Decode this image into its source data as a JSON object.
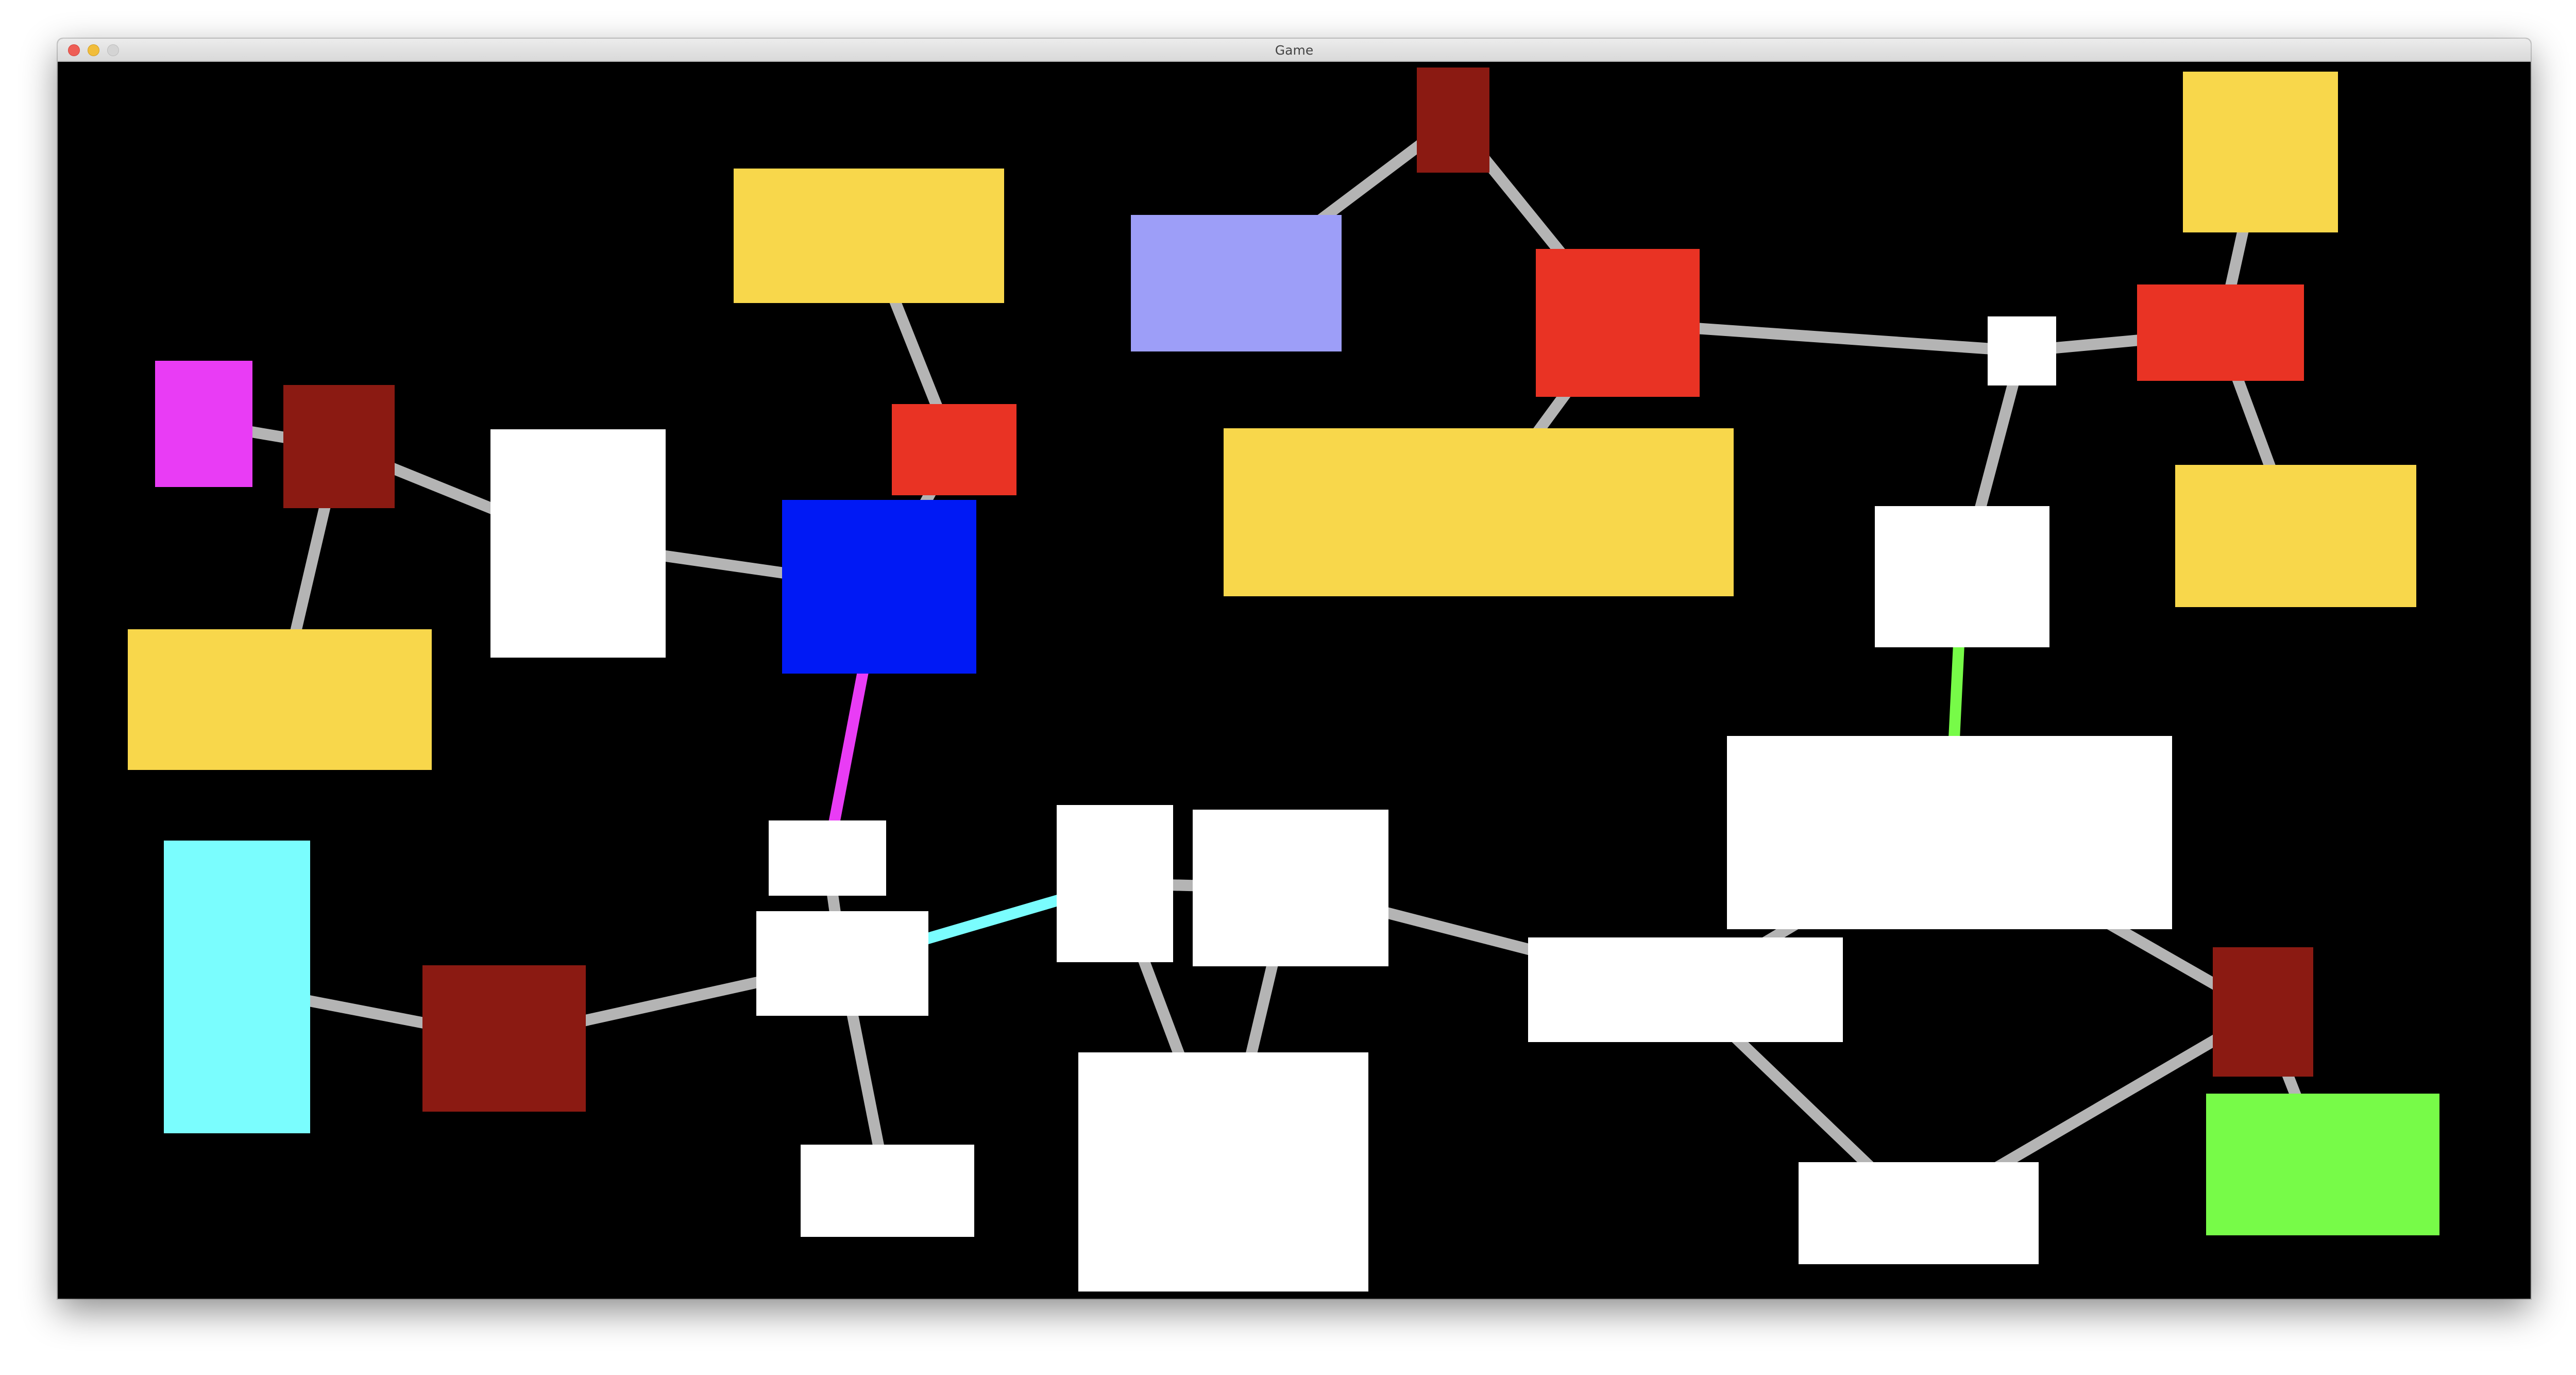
{
  "window": {
    "title": "Game"
  },
  "colors": {
    "background": "#000000",
    "edge_default": "#b4b4b4",
    "yellow": "#f8d74b",
    "red": "#e93324",
    "dark_red": "#8b1a12",
    "magenta": "#e93cf5",
    "blue": "#0019f5",
    "lavender": "#9d9ef8",
    "cyan": "#7afdfe",
    "green": "#77fb48",
    "white": "#ffffff"
  },
  "nodes": [
    {
      "id": "n1",
      "color": "yellow"
    },
    {
      "id": "n2",
      "color": "red"
    },
    {
      "id": "n3",
      "color": "magenta"
    },
    {
      "id": "n4",
      "color": "dark_red"
    },
    {
      "id": "n5",
      "color": "white"
    },
    {
      "id": "n6",
      "color": "blue"
    },
    {
      "id": "n7",
      "color": "yellow"
    },
    {
      "id": "n8",
      "color": "lavender"
    },
    {
      "id": "n9",
      "color": "dark_red"
    },
    {
      "id": "n10",
      "color": "red"
    },
    {
      "id": "n11",
      "color": "yellow"
    },
    {
      "id": "n12",
      "color": "white"
    },
    {
      "id": "n13",
      "color": "yellow"
    },
    {
      "id": "n14",
      "color": "red"
    },
    {
      "id": "n15",
      "color": "yellow"
    },
    {
      "id": "n16",
      "color": "white"
    },
    {
      "id": "n17",
      "color": "white"
    },
    {
      "id": "n18",
      "color": "white"
    },
    {
      "id": "n19",
      "color": "white"
    },
    {
      "id": "n20",
      "color": "white"
    },
    {
      "id": "n21",
      "color": "white"
    },
    {
      "id": "n22",
      "color": "white"
    },
    {
      "id": "n23",
      "color": "white"
    },
    {
      "id": "n24",
      "color": "white"
    },
    {
      "id": "n25",
      "color": "cyan"
    },
    {
      "id": "n26",
      "color": "dark_red"
    },
    {
      "id": "n27",
      "color": "white"
    },
    {
      "id": "n28",
      "color": "white"
    },
    {
      "id": "n29",
      "color": "dark_red"
    },
    {
      "id": "n30",
      "color": "green"
    }
  ],
  "edges": [
    {
      "from": "n3",
      "to": "n4",
      "color": "edge_default"
    },
    {
      "from": "n4",
      "to": "n5",
      "color": "edge_default"
    },
    {
      "from": "n4",
      "to": "n7",
      "color": "edge_default"
    },
    {
      "from": "n5",
      "to": "n6",
      "color": "edge_default"
    },
    {
      "from": "n1",
      "to": "n2",
      "color": "edge_default"
    },
    {
      "from": "n2",
      "to": "n6",
      "color": "edge_default"
    },
    {
      "from": "n6",
      "to": "n16",
      "color": "magenta"
    },
    {
      "from": "n16",
      "to": "n17",
      "color": "edge_default"
    },
    {
      "from": "n17",
      "to": "n18",
      "color": "edge_default"
    },
    {
      "from": "n17",
      "to": "n19",
      "color": "cyan"
    },
    {
      "from": "n26",
      "to": "n17",
      "color": "edge_default"
    },
    {
      "from": "n25",
      "to": "n26",
      "color": "edge_default"
    },
    {
      "from": "n19",
      "to": "n20",
      "color": "edge_default"
    },
    {
      "from": "n19",
      "to": "n21",
      "color": "edge_default"
    },
    {
      "from": "n20",
      "to": "n21",
      "color": "edge_default"
    },
    {
      "from": "n20",
      "to": "n22",
      "color": "edge_default"
    },
    {
      "from": "n22",
      "to": "n23",
      "color": "edge_default"
    },
    {
      "from": "n22",
      "to": "n28",
      "color": "edge_default"
    },
    {
      "from": "n28",
      "to": "n29",
      "color": "edge_default"
    },
    {
      "from": "n23",
      "to": "n29",
      "color": "edge_default"
    },
    {
      "from": "n29",
      "to": "n30",
      "color": "edge_default"
    },
    {
      "from": "n23",
      "to": "n24",
      "color": "green"
    },
    {
      "from": "n24",
      "to": "n12",
      "color": "edge_default"
    },
    {
      "from": "n12",
      "to": "n10",
      "color": "edge_default"
    },
    {
      "from": "n12",
      "to": "n14",
      "color": "edge_default"
    },
    {
      "from": "n13",
      "to": "n14",
      "color": "edge_default"
    },
    {
      "from": "n14",
      "to": "n15",
      "color": "edge_default"
    },
    {
      "from": "n10",
      "to": "n11",
      "color": "edge_default"
    },
    {
      "from": "n9",
      "to": "n10",
      "color": "edge_default"
    },
    {
      "from": "n8",
      "to": "n9",
      "color": "edge_default"
    }
  ]
}
